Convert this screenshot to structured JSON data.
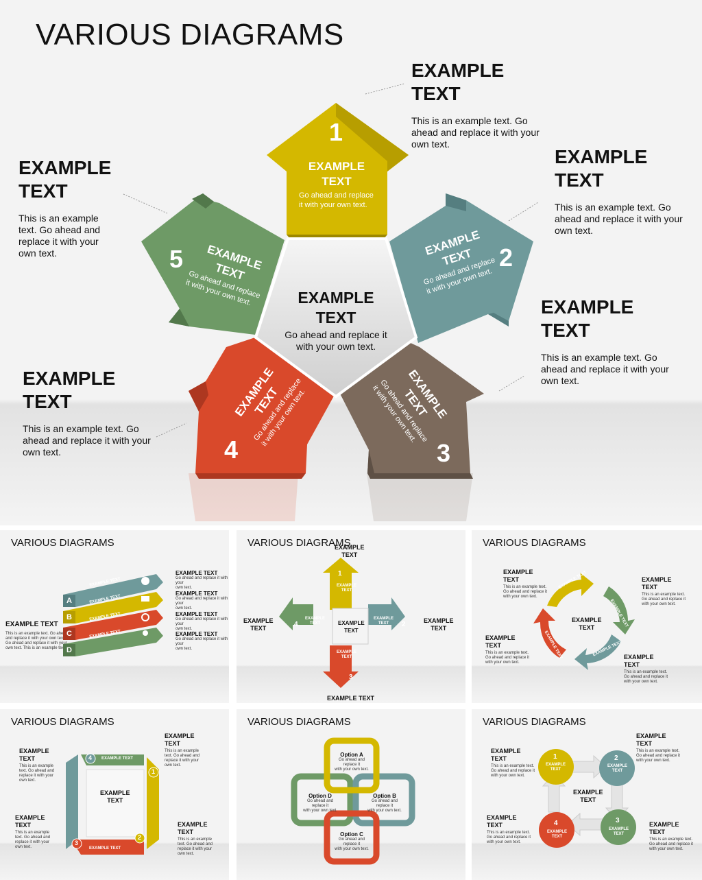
{
  "main": {
    "title": "VARIOUS DIAGRAMS",
    "center": {
      "heading": "EXAMPLE TEXT",
      "body": "Go ahead and replace it with your own text."
    },
    "arrows": [
      {
        "num": "1",
        "heading": "EXAMPLE TEXT",
        "body": "Go ahead and replace it with your own text.",
        "color": "#d4b800"
      },
      {
        "num": "2",
        "heading": "EXAMPLE TEXT",
        "body": "Go ahead and replace it with your own text.",
        "color": "#6f9a9b"
      },
      {
        "num": "3",
        "heading": "EXAMPLE TEXT",
        "body": "Go ahead and replace it with your own text.",
        "color": "#7c6a5c"
      },
      {
        "num": "4",
        "heading": "EXAMPLE TEXT",
        "body": "Go ahead and replace it with your own text.",
        "color": "#d9492b"
      },
      {
        "num": "5",
        "heading": "EXAMPLE TEXT",
        "body": "Go ahead and replace it with your own text.",
        "color": "#6e9a66"
      }
    ],
    "callouts": [
      {
        "heading": "EXAMPLE\nTEXT",
        "body": "This is an example text. Go\nahead and replace it with your\nown text."
      },
      {
        "heading": "EXAMPLE\nTEXT",
        "body": "This is an example text. Go\nahead and replace it with your\nown text."
      },
      {
        "heading": "EXAMPLE\nTEXT",
        "body": "This is an example text. Go\nahead and replace it with your\nown text."
      },
      {
        "heading": "EXAMPLE\nTEXT",
        "body": "This is an example text. Go\nahead and replace it with your\nown text."
      },
      {
        "heading": "EXAMPLE\nTEXT",
        "body": "This is an example\ntext. Go ahead and\nreplace it with your\nown text."
      }
    ]
  },
  "thumbs": [
    {
      "title": "VARIOUS DIAGRAMS",
      "left_label": "EXAMPLE TEXT",
      "left_body": "This is an example text. Go ahead\nand replace it with your own text.\nGo ahead and replace it with your\nown text. This is an example text.",
      "letters": [
        "A",
        "B",
        "C",
        "D"
      ],
      "bar_label": "EXAMPLE TEXT",
      "right_labels": [
        "EXAMPLE TEXT",
        "EXAMPLE TEXT",
        "EXAMPLE TEXT",
        "EXAMPLE TEXT"
      ],
      "right_body": "Go ahead and replace it with your\nown text.",
      "colors": [
        "#6f9a9b",
        "#d4b800",
        "#d9492b",
        "#6e9a66"
      ]
    },
    {
      "title": "VARIOUS DIAGRAMS",
      "labels": [
        "EXAMPLE\nTEXT",
        "EXAMPLE\nTEXT",
        "EXAMPLE TEXT",
        "EXAMPLE\nTEXT"
      ],
      "center": "EXAMPLE\nTEXT",
      "nums": [
        "1",
        "2",
        "3",
        "4"
      ],
      "arrow_label": "EXAMPLE\nTEXT"
    },
    {
      "title": "VARIOUS DIAGRAMS",
      "labels": [
        "EXAMPLE\nTEXT",
        "EXAMPLE\nTEXT",
        "EXAMPLE\nTEXT",
        "EXAMPLE\nTEXT"
      ],
      "center": "EXAMPLE\nTEXT",
      "body": "This is an example text.\nGo ahead and replace it\nwith your own text.",
      "arrow_label": "EXAMPLE TEXT"
    },
    {
      "title": "VARIOUS DIAGRAMS",
      "labels": [
        "EXAMPLE\nTEXT",
        "EXAMPLE\nTEXT",
        "EXAMPLE\nTEXT",
        "EXAMPLE\nTEXT"
      ],
      "center": "EXAMPLE\nTEXT",
      "nums": [
        "1",
        "2",
        "3",
        "4"
      ],
      "body": "This is an example\ntext. Go ahead and\nreplace it with your\nown text.",
      "seg_label": "EXAMPLE TEXT"
    },
    {
      "title": "VARIOUS DIAGRAMS",
      "options": [
        "Option A",
        "Option B",
        "Option C",
        "Option D"
      ],
      "option_body": "Go ahead and replace it\nwith your own text."
    },
    {
      "title": "VARIOUS DIAGRAMS",
      "labels": [
        "EXAMPLE\nTEXT",
        "EXAMPLE\nTEXT",
        "EXAMPLE\nTEXT",
        "EXAMPLE\nTEXT"
      ],
      "center": "EXAMPLE\nTEXT",
      "nums": [
        "1",
        "2",
        "3",
        "4"
      ],
      "circle_label": "EXAMPLE\nTEXT",
      "body": "This is an example text.\nGo ahead and replace it\nwith your own text."
    }
  ]
}
